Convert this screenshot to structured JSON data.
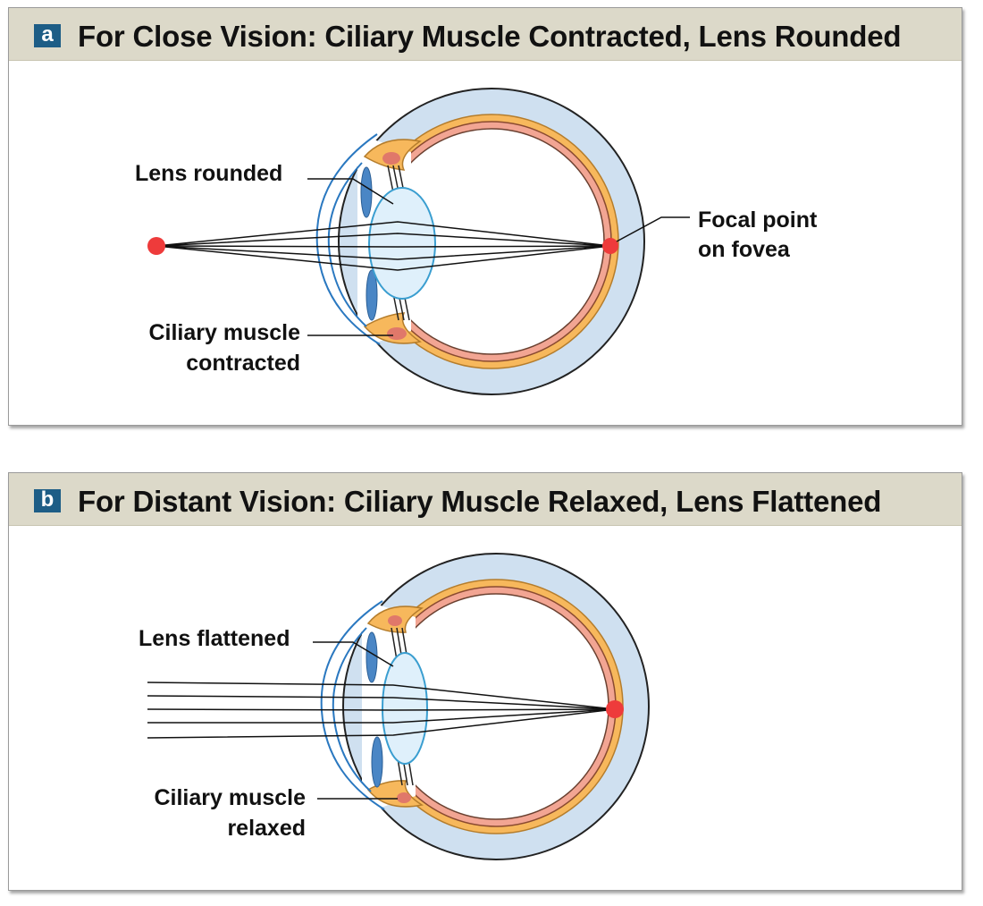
{
  "panel_a": {
    "letter": "a",
    "title": "For Close Vision: Ciliary Muscle Contracted, Lens Rounded",
    "labels": {
      "lens": "Lens rounded",
      "ciliary_line1": "Ciliary muscle",
      "ciliary_line2": "contracted",
      "focal_line1": "Focal  point",
      "focal_line2": "on fovea"
    }
  },
  "panel_b": {
    "letter": "b",
    "title": "For Distant Vision: Ciliary Muscle Relaxed, Lens Flattened",
    "labels": {
      "lens": "Lens flattened",
      "ciliary_line1": "Ciliary muscle",
      "ciliary_line2": "relaxed"
    }
  },
  "colors": {
    "header_bg": "#dcd9c9",
    "letter_badge": "#1d5d86",
    "sclera": "#cfe0f0",
    "choroid": "#f7b85c",
    "retina": "#f2a593",
    "lens": "#dff0fb",
    "iris": "#4a86c5",
    "focal_point": "#ee3b3b"
  }
}
